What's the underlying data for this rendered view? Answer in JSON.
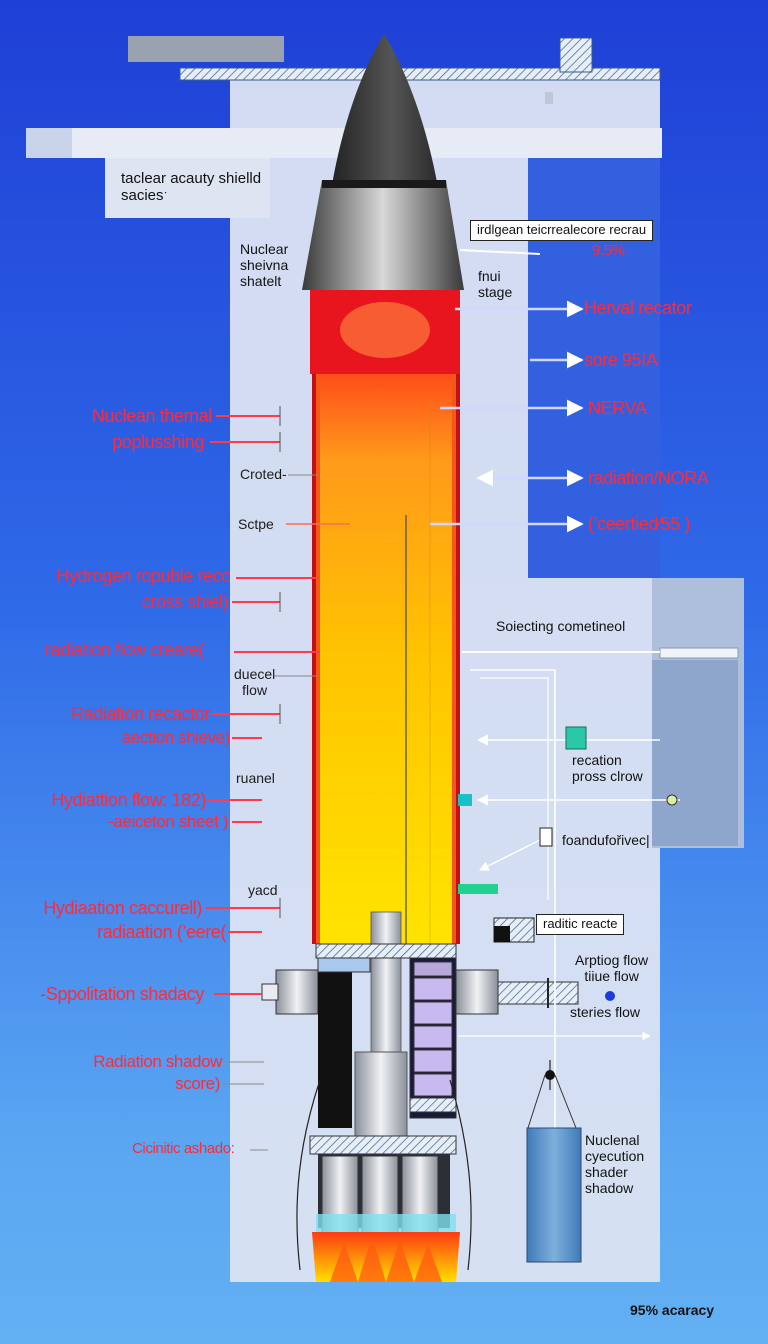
{
  "labels": {
    "top_left": "taclear acauty shielld\nsaciesˑ",
    "nuclear_shield": "Nuclear\nsheivna\nshatelt",
    "box_top": "irdlgean teicrrealecore recrau",
    "percent_red": "9.5%",
    "fnui_stage": "fnui\nstage",
    "herval_recator": "Herval recator",
    "sore": "sore 95IA",
    "nerva": "NERVA",
    "radiation_nora": "radiation/NORA",
    "ceertied": "(’ceertied⁄55 )",
    "nuclean_thermal": "Nuclean thernal",
    "poplusshing": "poplusshing",
    "croted": "Croted-",
    "sctpe": "Sctpe",
    "hydrogen_ropuble": "Hydrogen ropuble recc",
    "cross_shiel": "cross shiel)",
    "soiecting": "Soiecting cometineol",
    "radiation_flow": "radiation flow creare(",
    "duecel_flow": "duecel\nflow",
    "radiation_recactor": "Radiation recactor",
    "aection_shieve": "aection shieve)",
    "recation": "recation\npross clrow",
    "ruanel": "ruanel",
    "hydiattion_flow": "Hydiattion flow: 182)",
    "aeiceton_sheet": "-aeiceton sheet )",
    "foandu": "foandufořivec|",
    "yacd": "yacd",
    "hydiaation_caccurell": "Hydiaation caccurell)",
    "radiaation_leere": "radiaation (’eere(",
    "raditic_reacte": "raditic reacte",
    "arptiog_flow": "Arptiog flow\ntiiue flow",
    "spppolitation": "-Sppolitation shadacy",
    "steries_flow": "steries  flow",
    "radiation_shadow": "Radiation shadow",
    "score": "score)",
    "cicinitic": "Cicinitic ashado:",
    "nuclenal": "Nuclenal\ncyecution\nshader\nshadow",
    "footer": "95% acaracy"
  },
  "colors": {
    "background_top": "#1f3fd6",
    "background_bottom": "#64b0f3",
    "label_red": "#ff2a3a",
    "panel": "#dce3f4",
    "nose": "#333333",
    "core_yellow": "#ffe000",
    "core_red": "#e8141e"
  }
}
